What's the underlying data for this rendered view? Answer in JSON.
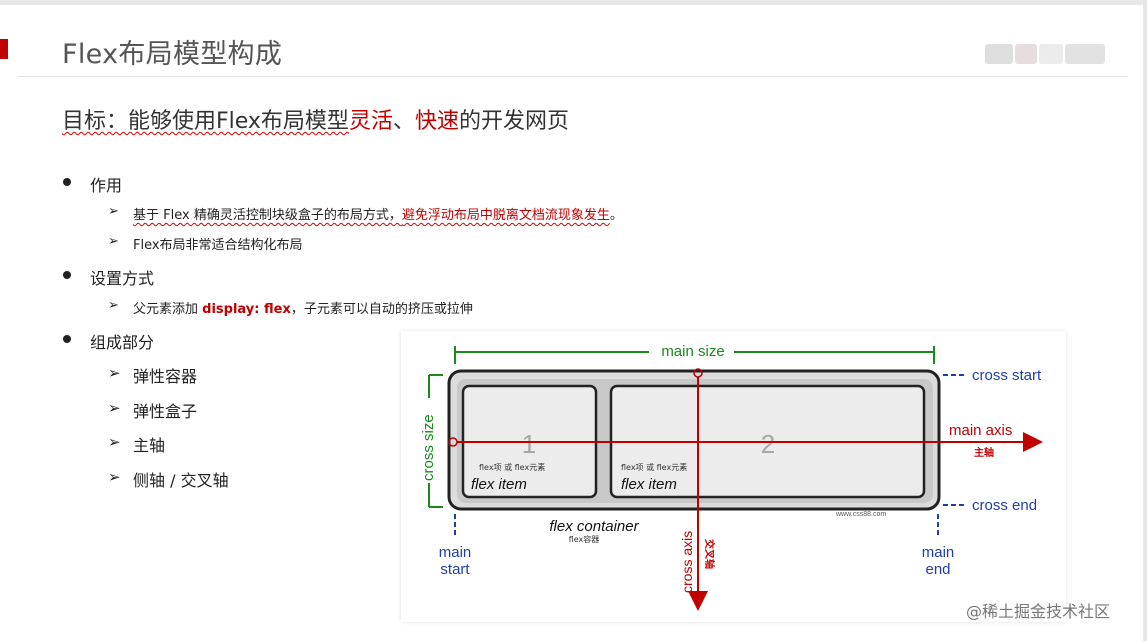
{
  "slide": {
    "title": "Flex布局模型构成",
    "subtitle": {
      "prefix": "目标：能够使用Flex布局模型",
      "hl1": "灵活",
      "sep": "、",
      "hl2": "快速",
      "suffix": "的开发网页"
    },
    "sections": [
      {
        "heading": "作用",
        "items": [
          {
            "before": "基于 Flex 精确灵活控制块级盒子的布局方式，",
            "red": "避免浮动布局中脱离文档流现象发生",
            "after": "。"
          },
          {
            "text": "Flex布局非常适合结构化布局"
          }
        ]
      },
      {
        "heading": "设置方式",
        "items": [
          {
            "before": "父元素添加 ",
            "bold": "display: flex",
            "after": "，子元素可以自动的挤压或拉伸"
          }
        ]
      },
      {
        "heading": "组成部分",
        "items": [
          {
            "text": "弹性容器"
          },
          {
            "text": "弹性盒子"
          },
          {
            "text": "主轴"
          },
          {
            "text": "侧轴 / 交叉轴"
          }
        ]
      }
    ],
    "colors": {
      "accent": "#c00000",
      "green": "#1a8a1a",
      "blue": "#1f3fa8",
      "axis_red": "#c00000"
    }
  },
  "diagram": {
    "main_size": "main size",
    "cross_size": "cross size",
    "cross_start": "cross start",
    "cross_end": "cross end",
    "main_axis": "main axis",
    "main_axis_cn": "主轴",
    "cross_axis": "cross axis",
    "cross_axis_cn": "交叉轴",
    "main_start": [
      "main",
      "start"
    ],
    "main_end": [
      "main",
      "end"
    ],
    "item1_number": "1",
    "item2_number": "2",
    "item_caption_cn": "flex项 或 flex元素",
    "item_caption": "flex item",
    "container_label": "flex container",
    "container_label_cn": "flex容器",
    "credit": "www.css88.com"
  },
  "watermark": "@稀土掘金技术社区"
}
